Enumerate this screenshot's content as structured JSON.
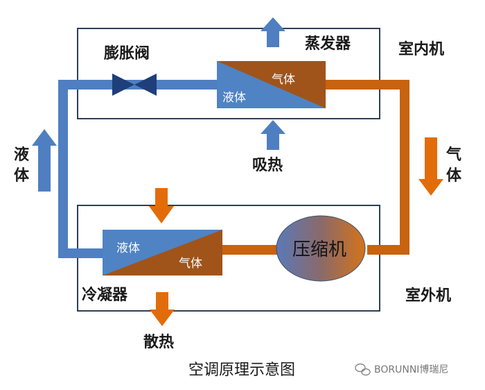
{
  "labels": {
    "indoor_unit": "室内机",
    "outdoor_unit": "室外机",
    "evaporator": "蒸发器",
    "expansion_valve": "膨胀阀",
    "condenser": "冷凝器",
    "compressor": "压缩机",
    "absorb_heat": "吸热",
    "dissipate_heat": "散热",
    "liquid_side": "液体",
    "gas_side": "气体",
    "evap_liquid": "液体",
    "evap_gas": "气体",
    "cond_liquid": "液体",
    "cond_gas": "气体",
    "caption": "空调原理示意图"
  },
  "watermark": {
    "text": "BORUNNI博瑞尼"
  },
  "colors": {
    "liquid_pipe": "#4f7fc1",
    "gas_pipe": "#c8630f",
    "box_border": "#2e3f55",
    "valve": "#1f3f7a",
    "arrow_blue": "#4f7fc1",
    "arrow_orange": "#e36c0a",
    "hx_brown": "#a0541a",
    "hx_blue": "#4f83c4"
  }
}
